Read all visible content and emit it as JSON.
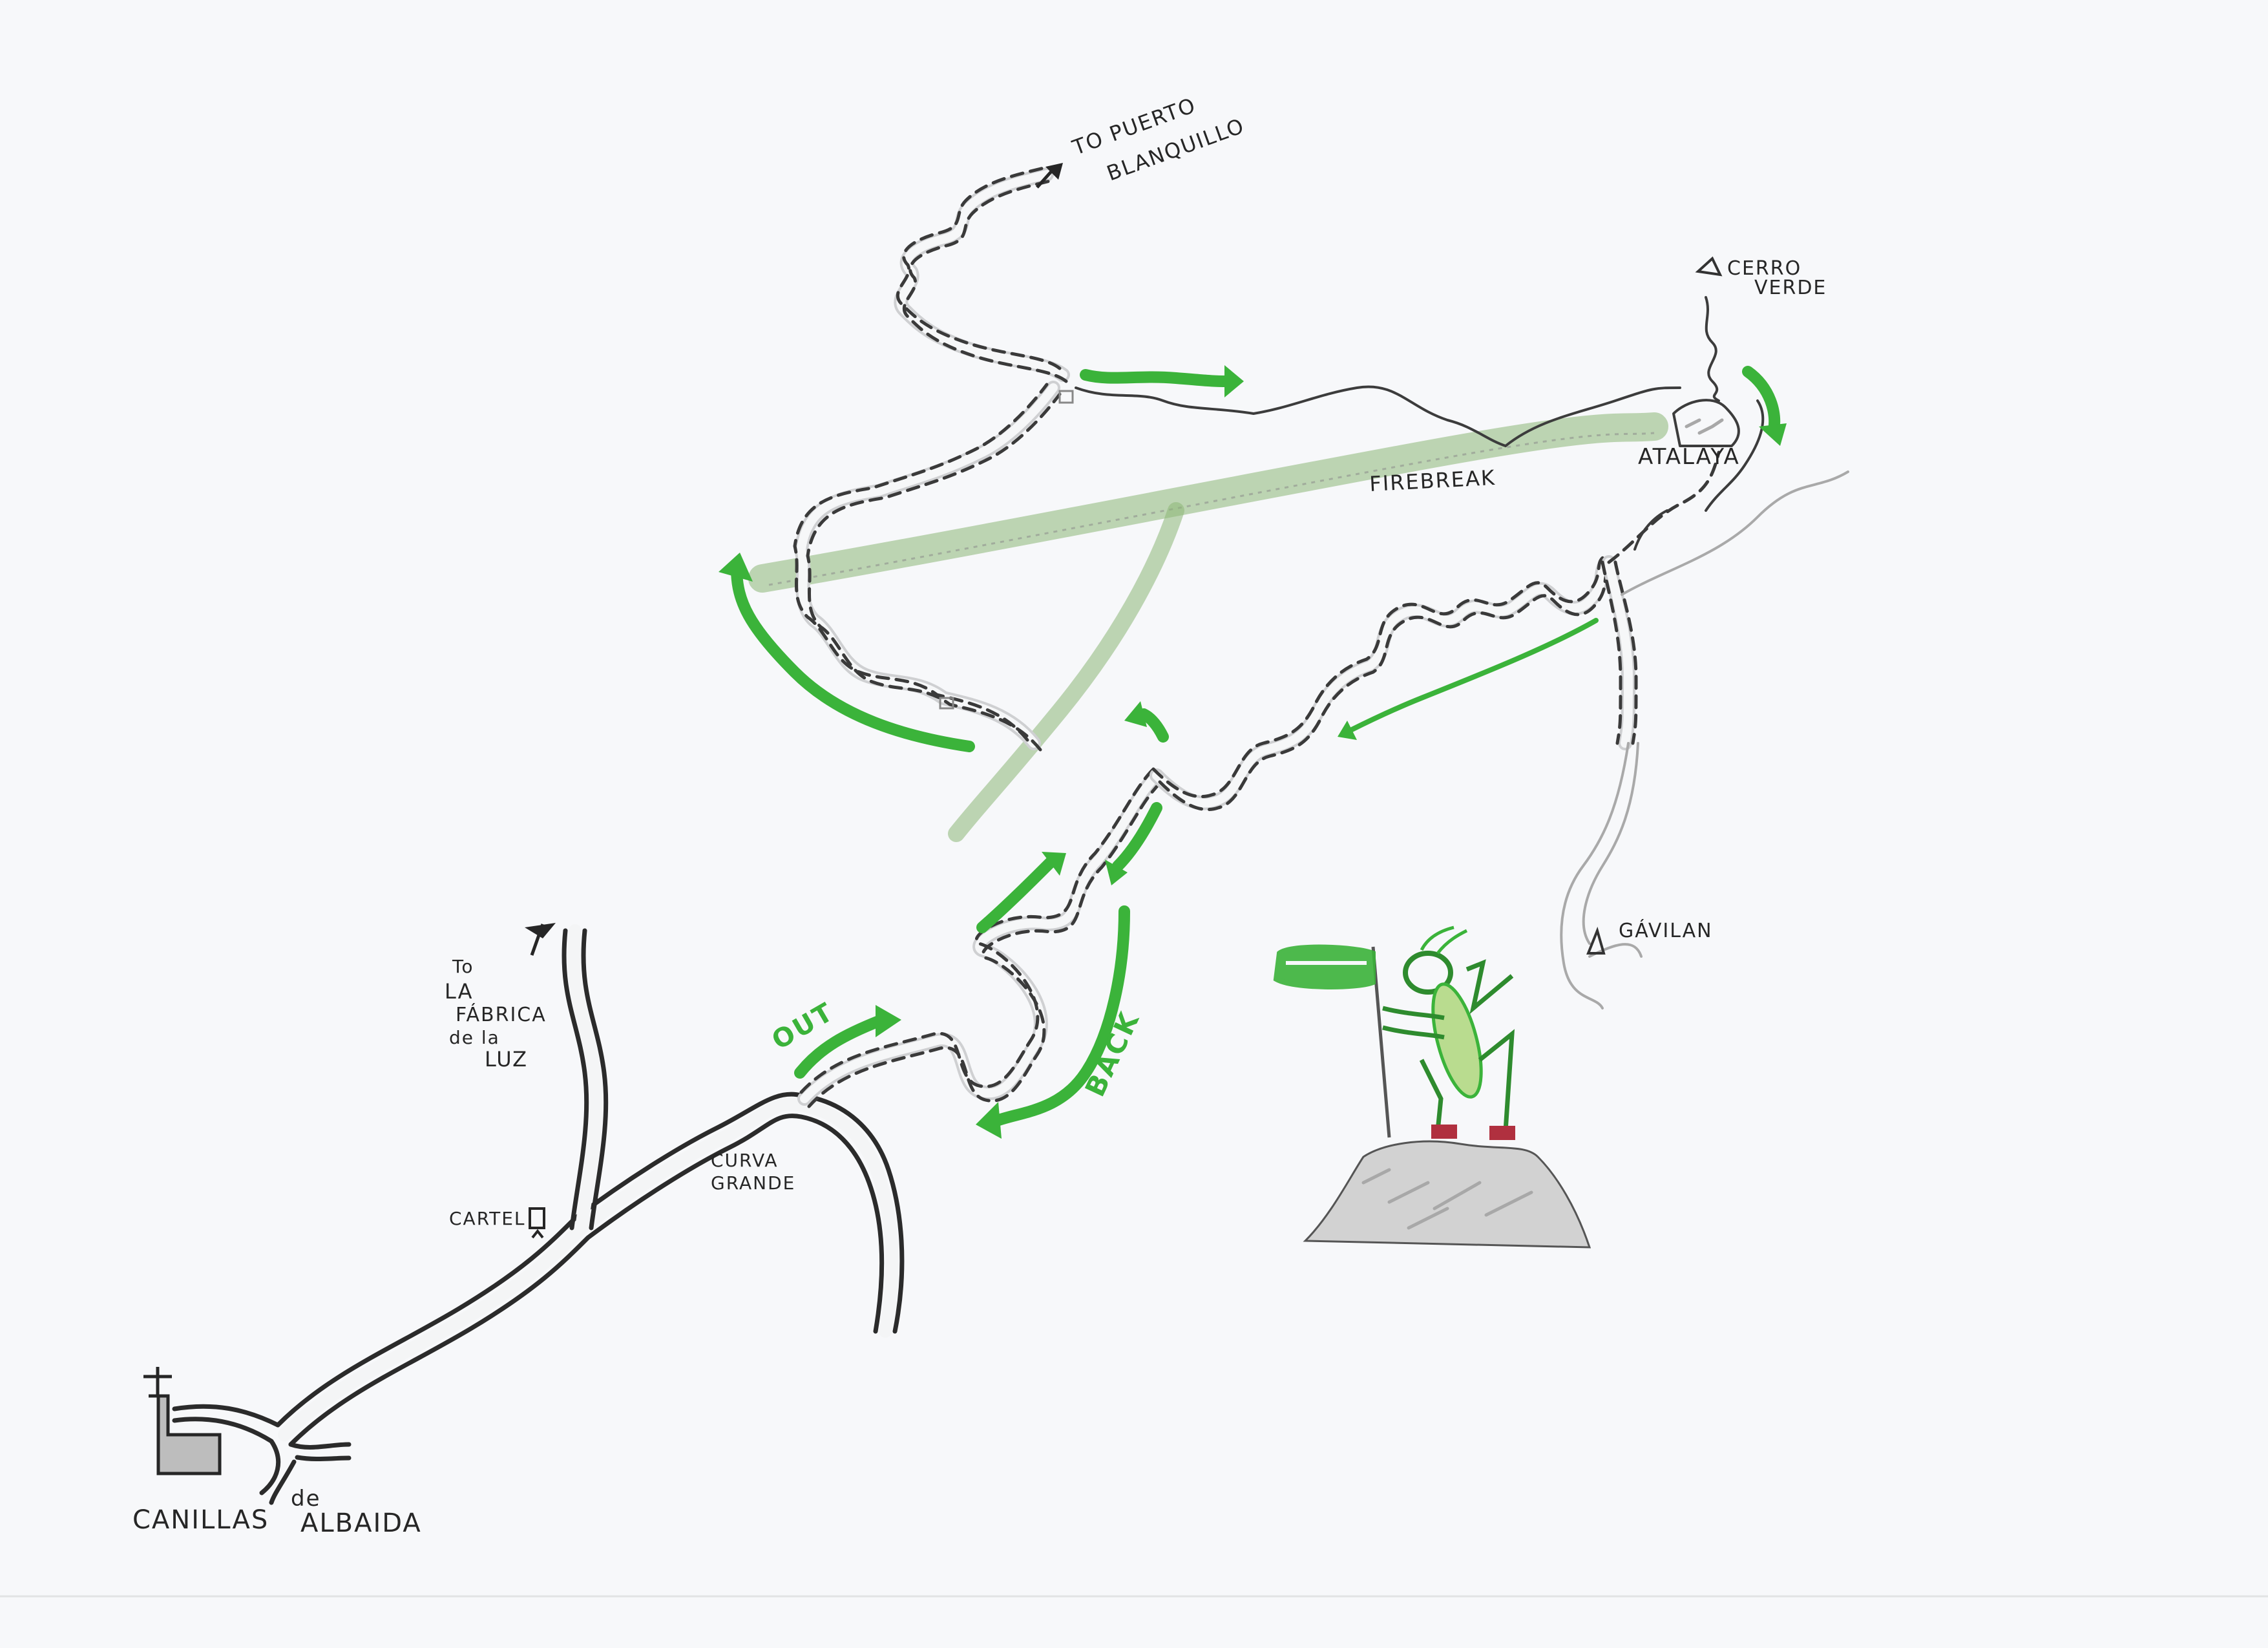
{
  "map": {
    "style": "hand-drawn sketch map",
    "colors": {
      "paper": "#f7f8fa",
      "ink": "#262626",
      "route_green": "#3bb33a",
      "firebreak_green": "#8db777",
      "pencil_grey": "#a9a9a9",
      "boot_red": "#b0303f"
    },
    "labels": {
      "puerto_blanquillo_line1": "TO PUERTO",
      "puerto_blanquillo_line2": "BLANQUILLO",
      "cerro_verde_line1": "CERRO",
      "cerro_verde_line2": "VERDE",
      "atalaya": "ATALAYA",
      "firebreak": "FIREBREAK",
      "gavilan": "GÁVILAN",
      "fabrica_line1": "To",
      "fabrica_line2": "LA",
      "fabrica_line3": "FÁBRICA",
      "fabrica_line4": "de la",
      "fabrica_line5": "LUZ",
      "cartel": "CARTEL",
      "curva_grande_line1": "CURVA",
      "curva_grande_line2": "GRANDE",
      "village_line1": "CANILLAS",
      "village_de": "de",
      "village_line2": "ALBAIDA",
      "out": "OUT",
      "back": "BACK"
    },
    "icons": {
      "peak": "triangle-peak-icon",
      "church": "church-cross-icon",
      "signpost": "signpost-icon",
      "direction_arrow": "arrow-icon",
      "mascot": "cricket-on-summit-illustration"
    }
  }
}
